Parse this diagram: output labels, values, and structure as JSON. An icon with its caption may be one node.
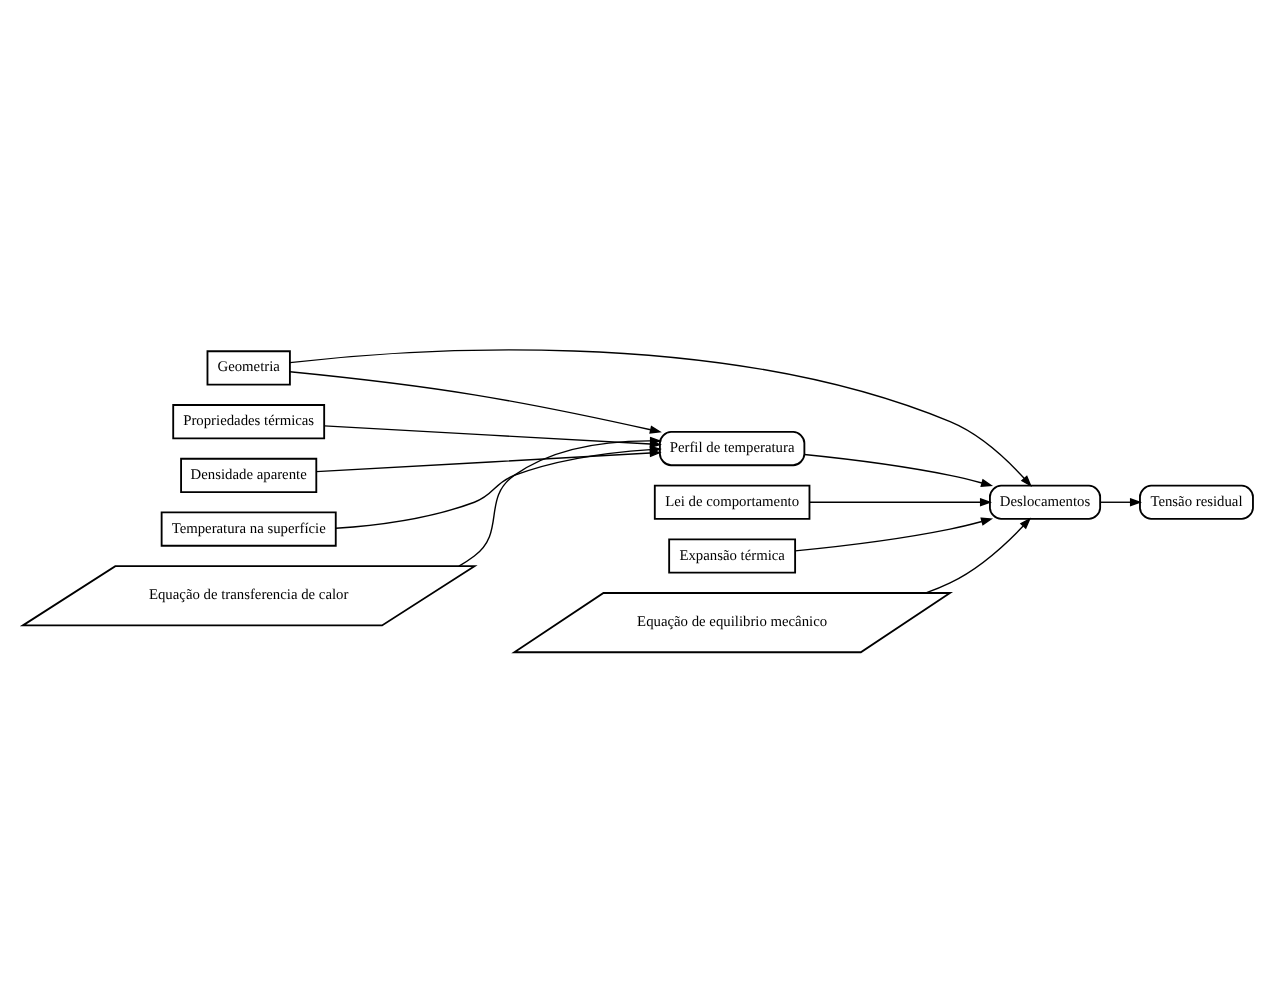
{
  "diagram": {
    "nodes": [
      {
        "text": [
          "Geometria"
        ]
      },
      {
        "text": [
          "Propriedades térmicas"
        ]
      },
      {
        "text": [
          "Densidade aparente"
        ]
      },
      {
        "text": [
          "Temperatura na superfície"
        ]
      },
      {
        "text": [
          "Equação de transferencia de calor"
        ]
      },
      {
        "text": [
          "Perfil de temperatura"
        ]
      },
      {
        "text": [
          "Lei de comportamento"
        ]
      },
      {
        "text": [
          "Expansão térmica"
        ]
      },
      {
        "text": [
          "Equação de equilibrio mecânico"
        ]
      },
      {
        "text": [
          "Deslocamentos"
        ]
      },
      {
        "text": [
          "Tensão residual"
        ]
      }
    ],
    "edges": [
      {
        "from": 0,
        "to": 5,
        "arrow": "to"
      },
      {
        "from": 1,
        "to": 5,
        "arrow": "to"
      },
      {
        "from": 2,
        "to": 5,
        "arrow": "to"
      },
      {
        "from": 3,
        "to": 5,
        "arrow": "to"
      },
      {
        "from": 4,
        "to": 5,
        "arrow": "to"
      },
      {
        "from": 0,
        "to": 9,
        "arrow": "to"
      },
      {
        "from": 6,
        "to": 9,
        "arrow": "to"
      },
      {
        "from": 7,
        "to": 9,
        "arrow": "to"
      },
      {
        "from": 5,
        "to": 9,
        "arrow": "to"
      },
      {
        "from": 8,
        "to": 9,
        "arrow": "to"
      },
      {
        "from": 9,
        "to": 10,
        "arrow": "to"
      }
    ]
  }
}
